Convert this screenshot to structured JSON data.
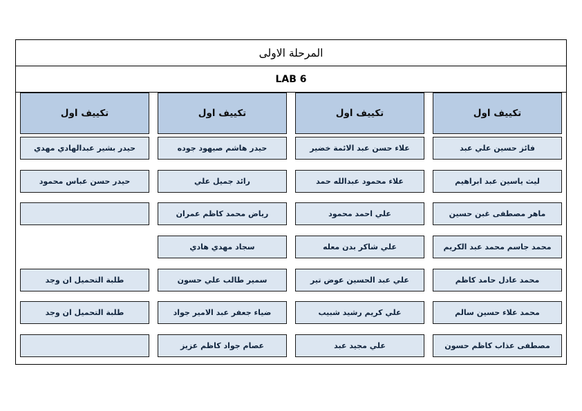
{
  "document": {
    "title": "المرحلة الاولى",
    "lab_label": "LAB 6"
  },
  "colors": {
    "header_fill": "#b8cce4",
    "cell_fill": "#dce6f1",
    "border": "#1a1a1a",
    "page_background": "#ffffff"
  },
  "columns": [
    {
      "header": "تكييف اول",
      "rows": [
        "فائز حسين علي عبد",
        "ليث ياسين عبد ابراهيم",
        "ماهر مصطفى غبن حسين",
        "محمد جاسم محمد عبد الكريم",
        "محمد عادل حامد كاظم",
        "محمد علاء حسين سالم",
        "مصطفى عذاب كاظم حسون"
      ]
    },
    {
      "header": "تكييف اول",
      "rows": [
        "علاء حسن عبد الائمة خضير",
        "علاء محمود عبدالله حمد",
        "علي احمد محمود",
        "علي شاكر بدن معله",
        "علي عبد الحسين عوض تير",
        "علي كريم رشيد شبيب",
        "علي مجيد عبد"
      ]
    },
    {
      "header": "تكييف اول",
      "rows": [
        "حيدر هاشم صيهود جوده",
        "رائد جميل علي",
        "رياض محمد كاظم عمران",
        "سجاد مهدي هادي",
        "سمير طالب علي حسون",
        "ضياء جعفر عبد الامير جواد",
        "عصام جواد كاظم عزيز"
      ]
    },
    {
      "header": "تكييف اول",
      "rows": [
        "حيدر بشير عبدالهادي مهدي",
        "حيدر حسن عباس محمود",
        "",
        null,
        "طلبة التحميل ان وجد",
        "طلبة التحميل ان وجد",
        ""
      ]
    }
  ]
}
